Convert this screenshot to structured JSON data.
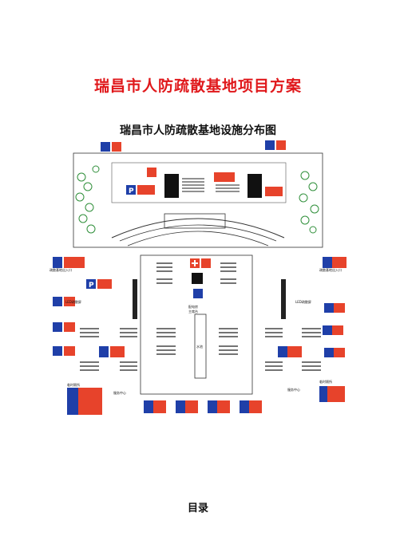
{
  "document": {
    "title": "瑞昌市人防疏散基地项目方案",
    "toc_heading": "目录"
  },
  "map": {
    "title": "瑞昌市人防疏散基地设施分布图",
    "colors": {
      "sign_blue": "#1f3fa8",
      "sign_red": "#e7432b",
      "text_red": "#e0181b",
      "tree_green": "#2f8f3a",
      "line": "#333333"
    },
    "labels": {
      "left_entrance": "疏散基地出入口",
      "right_entrance": "疏散基地出入口",
      "led_left": "LED疏散屏",
      "led_right": "LED疏散屏",
      "water": "水池",
      "stage": "主席台",
      "power": "配电房",
      "toilet_left": "临时厕所",
      "toilet_right": "临时厕所",
      "service_left": "服务中心",
      "service_right": "服务中心"
    },
    "icons": [
      "parking-sign-icon",
      "exit-sign-icon",
      "first-aid-icon",
      "toilet-sign-icon",
      "direction-sign-icon"
    ]
  }
}
